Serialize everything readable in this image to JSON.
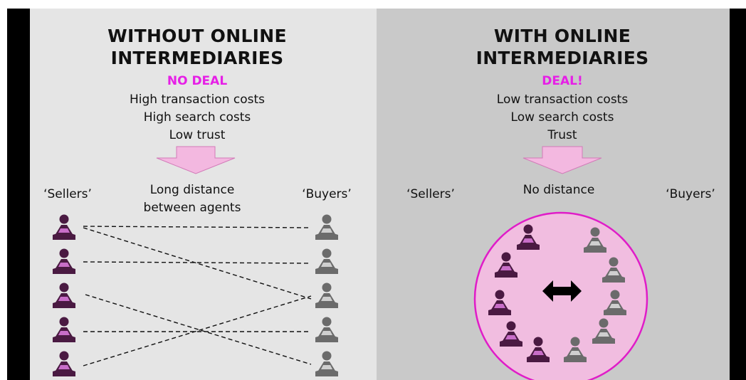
{
  "left": {
    "title_line1": "WITHOUT ONLINE",
    "title_line2": "INTERMEDIARIES",
    "verdict": "NO DEAL",
    "reasons": [
      "High transaction costs",
      "High search costs",
      "Low trust"
    ],
    "sellers_label": "‘Sellers’",
    "buyers_label": "‘Buyers’",
    "distance_line1": "Long distance",
    "distance_line2": "between agents"
  },
  "right": {
    "title_line1": "WITH ONLINE",
    "title_line2": "INTERMEDIARIES",
    "verdict": "DEAL!",
    "reasons": [
      "Low transaction costs",
      "Low search costs",
      "Trust"
    ],
    "sellers_label": "‘Sellers’",
    "buyers_label": "‘Buyers’",
    "distance_label": "No distance"
  },
  "colors": {
    "left_bg": "#e5e5e5",
    "right_bg": "#c9c9c9",
    "seller": "#4a1a42",
    "seller_accent": "#c86ec8",
    "buyer": "#6b6b6b",
    "buyer_accent": "#cfcfcf",
    "verdict": "#e620e6",
    "arrow_fill": "#f3b8e0",
    "arrow_stroke": "#d27ab8",
    "circle_fill": "#f1bde0",
    "circle_stroke": "#e01cc8"
  },
  "icons": {
    "agent": "seated-person-with-laptop-icon",
    "down_arrow": "down-arrow-icon",
    "double_arrow": "double-headed-arrow-icon"
  }
}
